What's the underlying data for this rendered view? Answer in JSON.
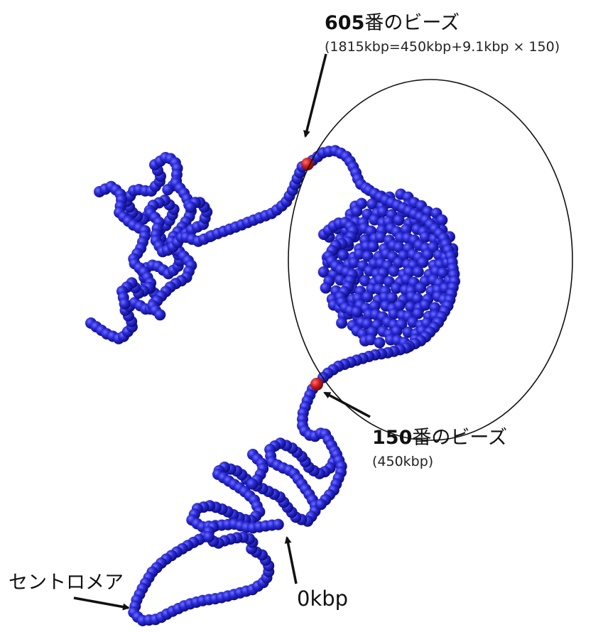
{
  "labels": {
    "bead605": {
      "number": "605",
      "suffix": "番のビーズ",
      "sub": "(1815kbp=450kbp+9.1kbp × 150)"
    },
    "bead150": {
      "number": "150",
      "suffix": "番のビーズ",
      "sub": "(450kbp)"
    },
    "centromere": "セントロメア",
    "origin": "0kbp"
  },
  "colors": {
    "bead": "#2a2ad8",
    "bead_shadow": "#0a0a6e",
    "marker_bead": "#cc1a1a",
    "ellipse": "#111111",
    "arrow": "#111111",
    "background": "#ffffff"
  }
}
